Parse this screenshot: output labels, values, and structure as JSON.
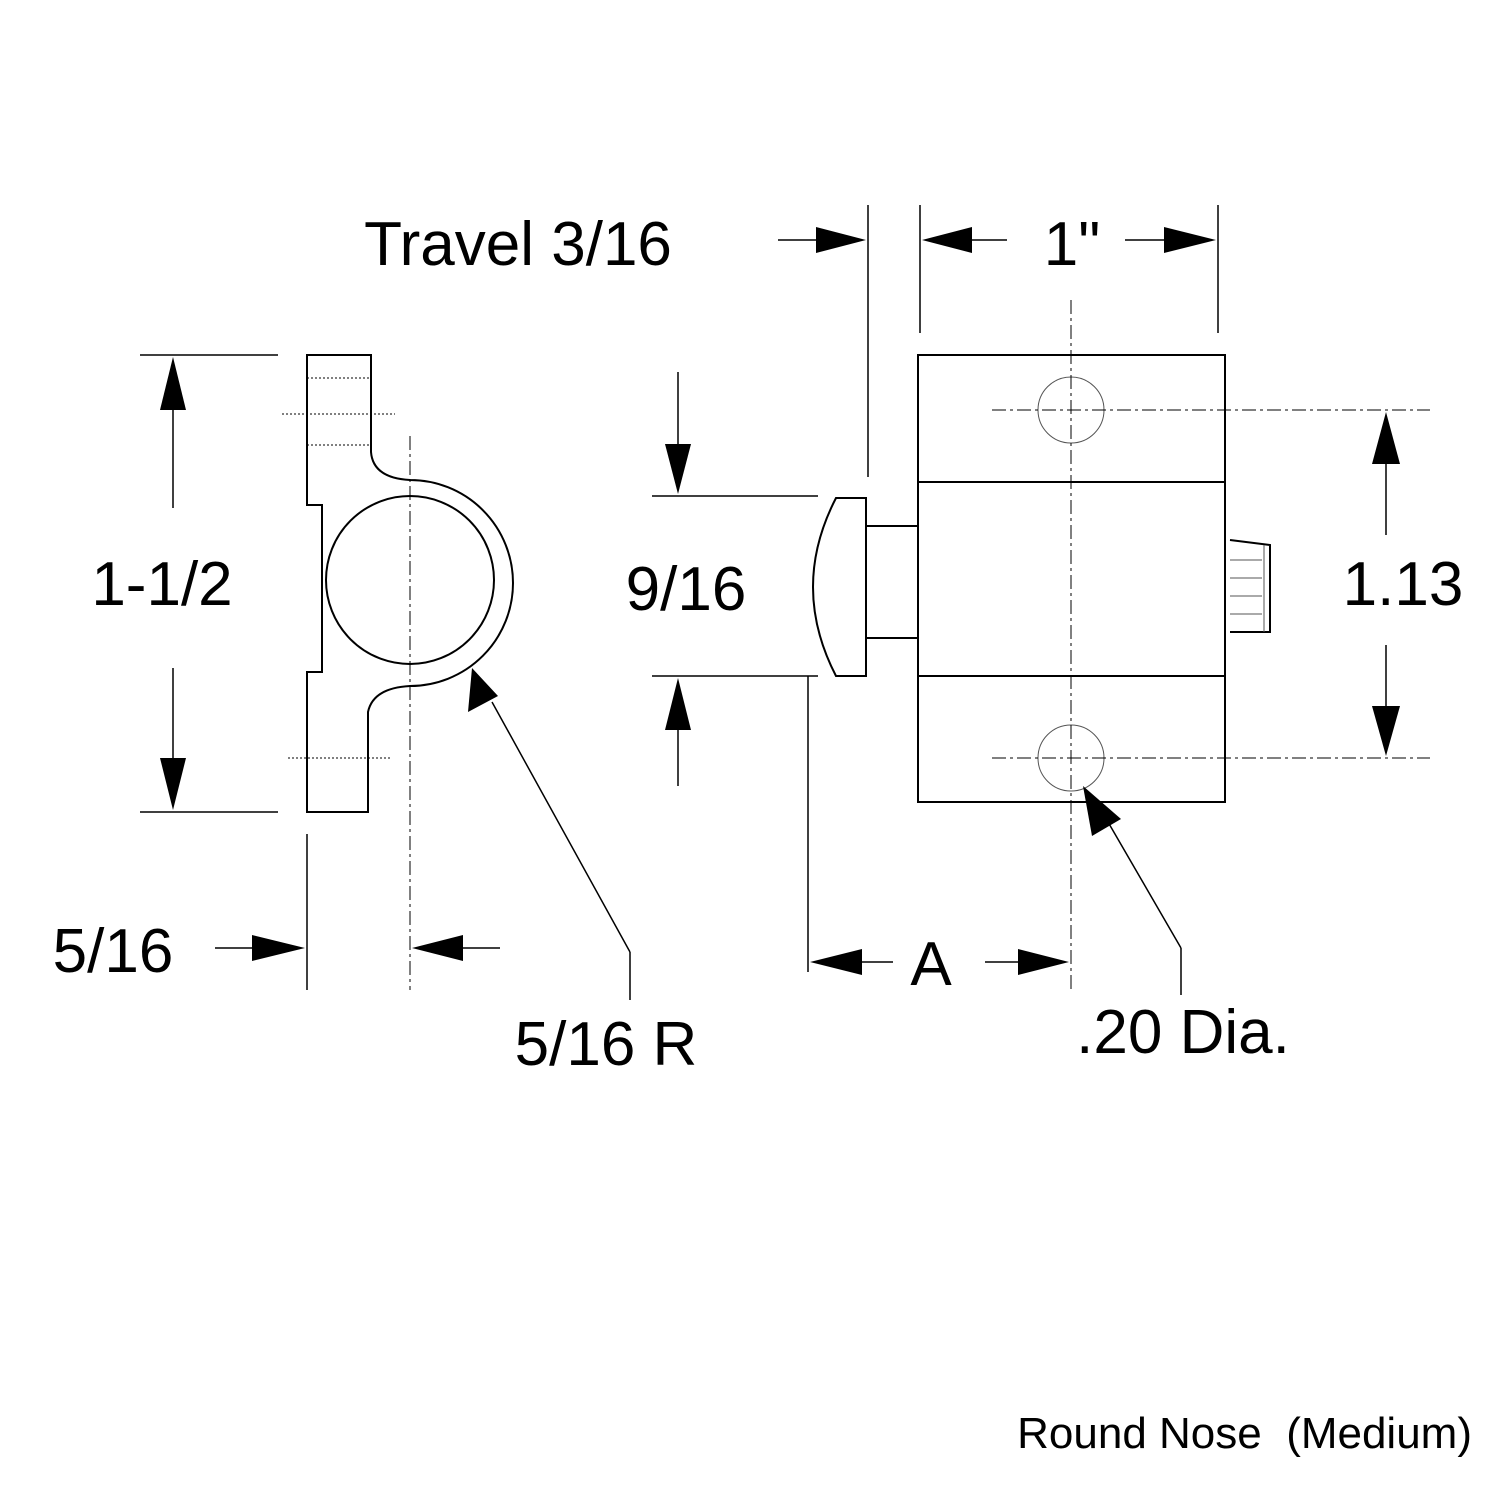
{
  "labels": {
    "travel": "Travel 3/16",
    "width_1in": "1\"",
    "height_1_1_2": "1-1/2",
    "nose_9_16": "9/16",
    "hole_spacing": "1.13",
    "offset_5_16": "5/16",
    "radius": "5/16 R",
    "dim_a": "A",
    "hole_dia": ".20 Dia."
  },
  "caption": "Round Nose  (Medium)"
}
